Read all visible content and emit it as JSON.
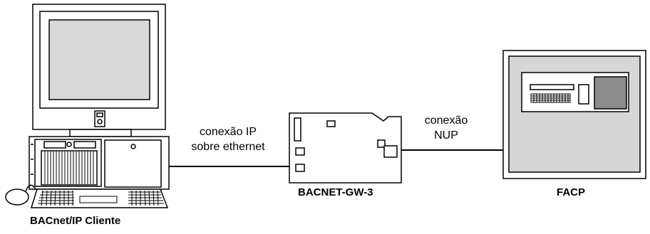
{
  "labels": {
    "client": "BACnet/IP Cliente",
    "gateway": "BACNET-GW-3",
    "facp": "FACP",
    "ip_connection_line1": "conexão IP",
    "ip_connection_line2": "sobre ethernet",
    "nup_connection_line1": "conexão",
    "nup_connection_line2": "NUP"
  },
  "colors": {
    "outline": "#000000",
    "monitor_screen": "#d9d9d9",
    "panel_fill": "#d6d6d6",
    "panel_screen": "#8c8c8c"
  }
}
